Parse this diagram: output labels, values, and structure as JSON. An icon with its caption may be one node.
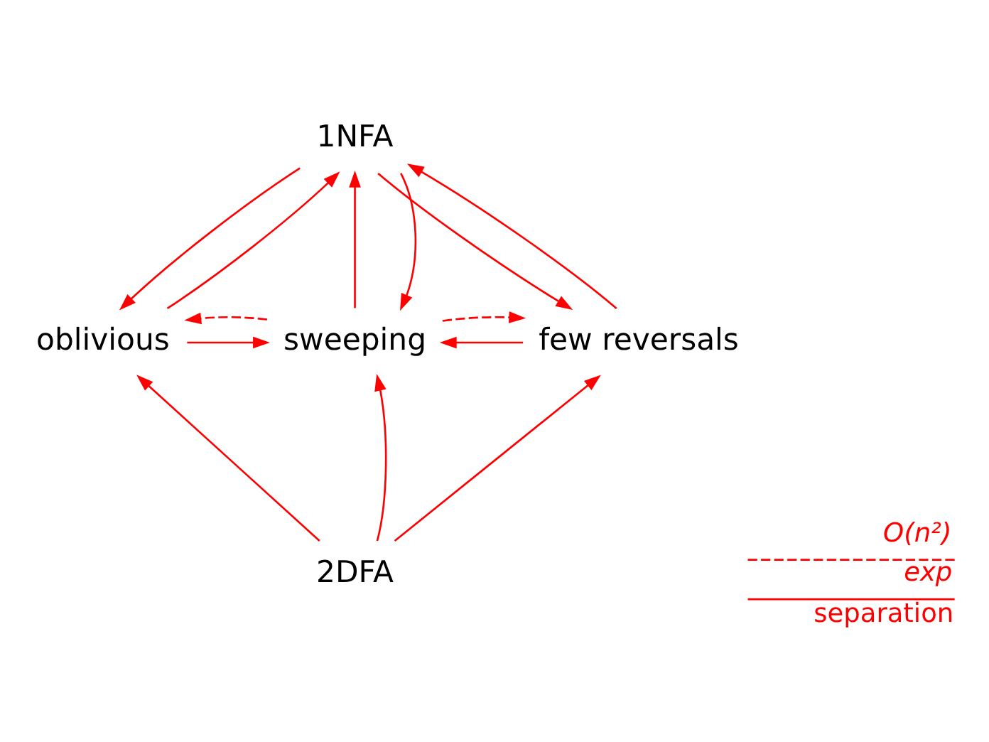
{
  "diagram": {
    "nodes": [
      {
        "text": [
          "1NFA"
        ]
      },
      {
        "text": [
          "oblivious"
        ]
      },
      {
        "text": [
          "sweeping"
        ]
      },
      {
        "text": [
          "few reversals"
        ]
      },
      {
        "text": [
          "2DFA"
        ]
      }
    ],
    "edges": [
      {
        "from": 0,
        "to": 1,
        "arrow": "to"
      },
      {
        "from": 1,
        "to": 0,
        "arrow": "to"
      },
      {
        "from": 2,
        "to": 0,
        "arrow": "to"
      },
      {
        "from": 0,
        "to": 2,
        "arrow": "to"
      },
      {
        "from": 3,
        "to": 0,
        "arrow": "to"
      },
      {
        "from": 0,
        "to": 3,
        "arrow": "to"
      },
      {
        "from": 1,
        "to": 2,
        "arrow": "to"
      },
      {
        "from": 2,
        "to": 1,
        "arrow": "to",
        "style": "dashed"
      },
      {
        "from": 3,
        "to": 2,
        "arrow": "to"
      },
      {
        "from": 2,
        "to": 3,
        "arrow": "to",
        "style": "dashed"
      },
      {
        "from": 4,
        "to": 1,
        "arrow": "to"
      },
      {
        "from": 4,
        "to": 2,
        "arrow": "to"
      },
      {
        "from": 4,
        "to": 3,
        "arrow": "to"
      }
    ],
    "legend": [
      {
        "text": "O(n²)"
      },
      {
        "text": "exp separation"
      }
    ]
  }
}
